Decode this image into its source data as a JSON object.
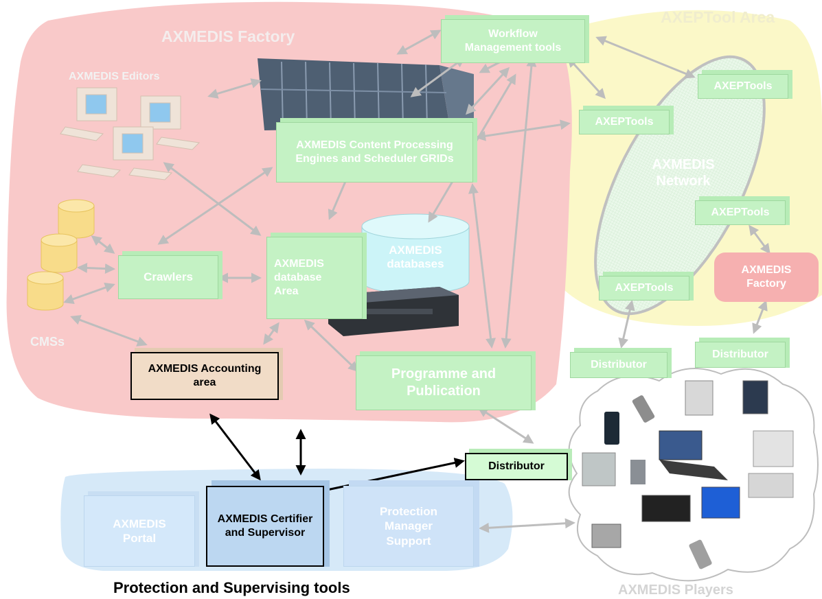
{
  "regions": {
    "factory_title": "AXMEDIS Factory",
    "axeptool_title": "AXEPTool Area",
    "protection_title": "Protection and Supervising tools",
    "players_title": "AXMEDIS Players",
    "network_label": "AXMEDIS Network"
  },
  "nodes": {
    "editors": "AXMEDIS Editors",
    "cmss": "CMSs",
    "workflow": "Workflow Management tools",
    "content_processing": "AXMEDIS Content Processing Engines and Scheduler GRIDs",
    "crawlers": "Crawlers",
    "database_area": "AXMEDIS database Area",
    "databases": "AXMEDIS databases",
    "accounting": "AXMEDIS Accounting area",
    "programme": "Programme and Publication",
    "distributor_main": "Distributor",
    "portal": "AXMEDIS Portal",
    "certifier": "AXMEDIS Certifier and Supervisor",
    "protection_manager": "Protection Manager Support",
    "axeptools_1": "AXEPTools",
    "axeptools_2": "AXEPTools",
    "axeptools_3": "AXEPTools",
    "axeptools_4": "AXEPTools",
    "remote_factory": "AXMEDIS Factory",
    "distributor_1": "Distributor",
    "distributor_2": "Distributor"
  },
  "colors": {
    "factory_bg": "#f9c9c9",
    "axeptool_bg": "#fbf8c8",
    "protection_bg": "#d6e9f8",
    "node_green": "#c4f2c4",
    "accounting_bg": "#f1dcc7",
    "distributor_bg": "#d5fbd5",
    "certifier_bg": "#bcd7f1",
    "arrow_gray": "#bdbdbd",
    "arrow_black": "#000000"
  }
}
